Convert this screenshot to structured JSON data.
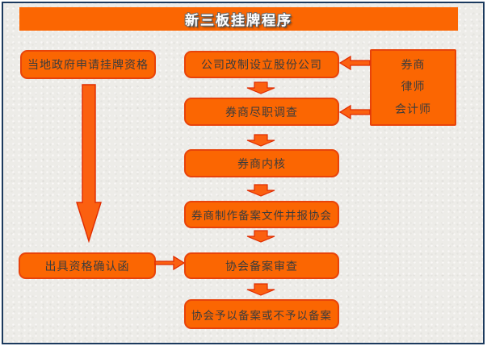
{
  "title": "新三板挂牌程序",
  "left_column": {
    "apply_box": "当地政府申请挂牌资格",
    "confirm_box": "出具资格确认函"
  },
  "main_flow": [
    "公司改制设立股份公司",
    "券商尽职调查",
    "券商内核",
    "券商制作备案文件并报协会",
    "协会备案审查",
    "协会予以备案或不予以备案"
  ],
  "advisors": {
    "lines": [
      "券商",
      "律师",
      "会计师"
    ]
  },
  "colors": {
    "box_fill": "#FB6602",
    "box_border": "#E8430A",
    "arrow_fill": "#FB6010",
    "arrow_stroke": "#E02C00",
    "box_text": "#3C3C3C",
    "banner_fill": "#FB6602",
    "banner_text": "#FFFFFF",
    "frame_border": "#1C3A5E",
    "background": "#EDECE8"
  }
}
